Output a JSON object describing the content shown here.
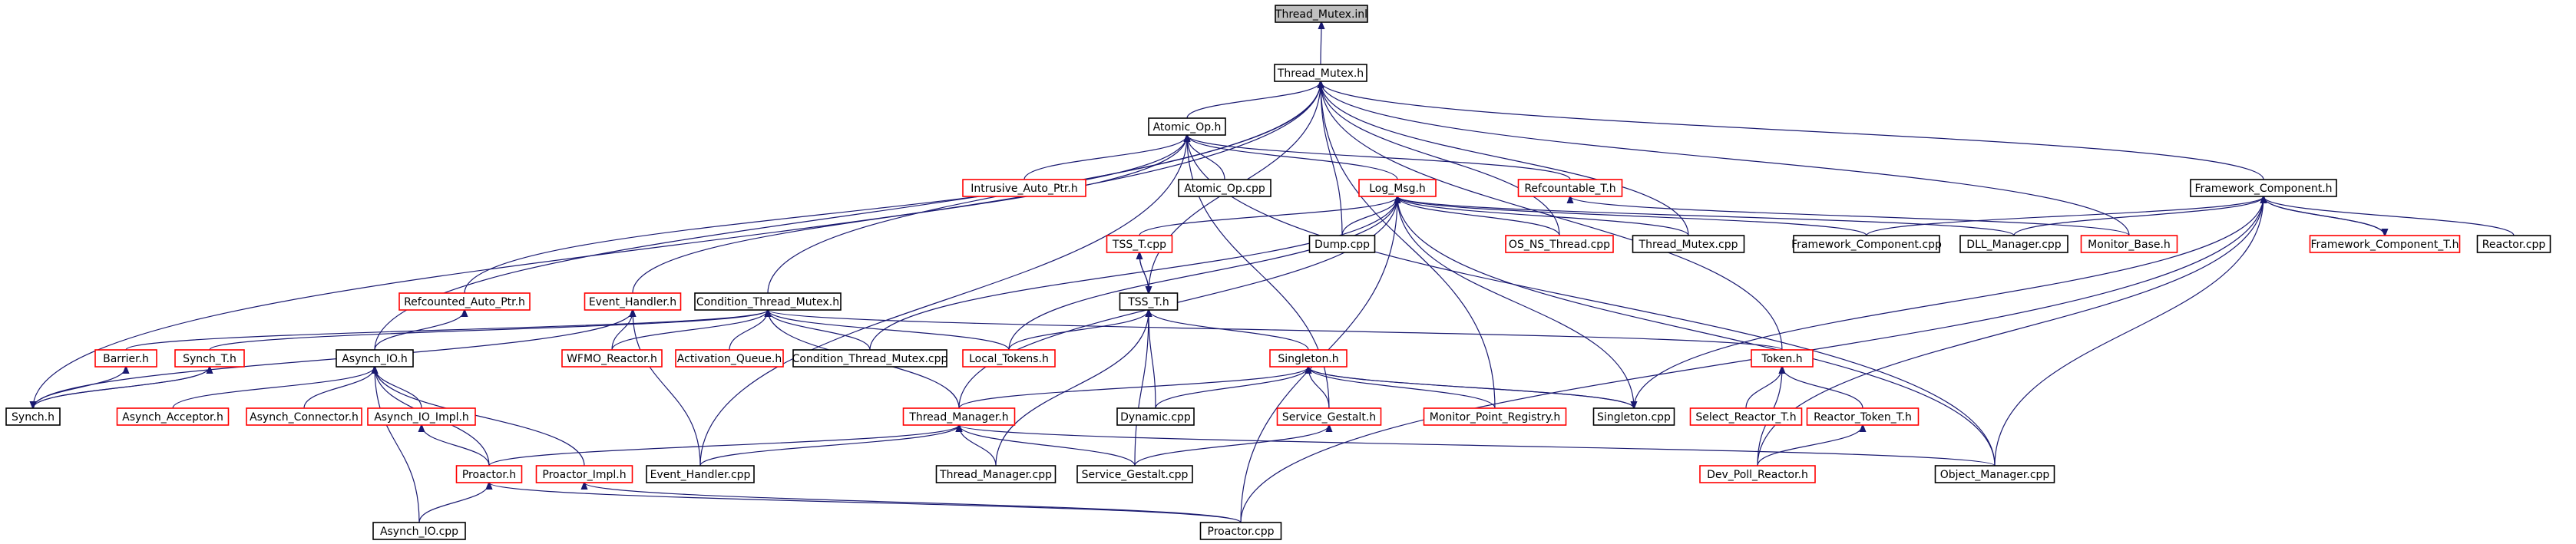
{
  "diagram": {
    "type": "include-dependency-graph",
    "edge_color": "#191970",
    "node_border_colors": {
      "documented": "#000000",
      "undocumented": "#ff0000",
      "root_fill": "#bfbfbf"
    },
    "nodes": [
      {
        "id": "thread_mutex_inl",
        "label": "Thread_Mutex.inl",
        "style": "root"
      },
      {
        "id": "thread_mutex_h",
        "label": "Thread_Mutex.h",
        "style": "black"
      },
      {
        "id": "atomic_op_h",
        "label": "Atomic_Op.h",
        "style": "black"
      },
      {
        "id": "framework_component_h",
        "label": "Framework_Component.h",
        "style": "black"
      },
      {
        "id": "intrusive_auto_ptr_h",
        "label": "Intrusive_Auto_Ptr.h",
        "style": "red"
      },
      {
        "id": "atomic_op_cpp",
        "label": "Atomic_Op.cpp",
        "style": "black"
      },
      {
        "id": "log_msg_h",
        "label": "Log_Msg.h",
        "style": "red"
      },
      {
        "id": "refcountable_t_h",
        "label": "Refcountable_T.h",
        "style": "red"
      },
      {
        "id": "tss_t_cpp",
        "label": "TSS_T.cpp",
        "style": "red"
      },
      {
        "id": "dump_cpp",
        "label": "Dump.cpp",
        "style": "black"
      },
      {
        "id": "os_ns_thread_cpp",
        "label": "OS_NS_Thread.cpp",
        "style": "red"
      },
      {
        "id": "thread_mutex_cpp",
        "label": "Thread_Mutex.cpp",
        "style": "black"
      },
      {
        "id": "framework_component_cpp",
        "label": "Framework_Component.cpp",
        "style": "black"
      },
      {
        "id": "dll_manager_cpp",
        "label": "DLL_Manager.cpp",
        "style": "black"
      },
      {
        "id": "monitor_base_h",
        "label": "Monitor_Base.h",
        "style": "red"
      },
      {
        "id": "framework_component_t_h",
        "label": "Framework_Component_T.h",
        "style": "red"
      },
      {
        "id": "reactor_cpp",
        "label": "Reactor.cpp",
        "style": "black"
      },
      {
        "id": "refcounted_auto_ptr_h",
        "label": "Refcounted_Auto_Ptr.h",
        "style": "red"
      },
      {
        "id": "event_handler_h",
        "label": "Event_Handler.h",
        "style": "red"
      },
      {
        "id": "condition_thread_mutex_h",
        "label": "Condition_Thread_Mutex.h",
        "style": "black"
      },
      {
        "id": "tss_t_h",
        "label": "TSS_T.h",
        "style": "black"
      },
      {
        "id": "barrier_h",
        "label": "Barrier.h",
        "style": "red"
      },
      {
        "id": "synch_t_h",
        "label": "Synch_T.h",
        "style": "red"
      },
      {
        "id": "asynch_io_h",
        "label": "Asynch_IO.h",
        "style": "black"
      },
      {
        "id": "wfmo_reactor_h",
        "label": "WFMO_Reactor.h",
        "style": "red"
      },
      {
        "id": "activation_queue_h",
        "label": "Activation_Queue.h",
        "style": "red"
      },
      {
        "id": "condition_thread_mutex_cpp",
        "label": "Condition_Thread_Mutex.cpp",
        "style": "black"
      },
      {
        "id": "local_tokens_h",
        "label": "Local_Tokens.h",
        "style": "red"
      },
      {
        "id": "token_h",
        "label": "Token.h",
        "style": "red"
      },
      {
        "id": "singleton_h",
        "label": "Singleton.h",
        "style": "red"
      },
      {
        "id": "synch_h",
        "label": "Synch.h",
        "style": "black"
      },
      {
        "id": "asynch_acceptor_h",
        "label": "Asynch_Acceptor.h",
        "style": "red"
      },
      {
        "id": "asynch_connector_h",
        "label": "Asynch_Connector.h",
        "style": "red"
      },
      {
        "id": "asynch_io_impl_h",
        "label": "Asynch_IO_Impl.h",
        "style": "red"
      },
      {
        "id": "thread_manager_h",
        "label": "Thread_Manager.h",
        "style": "red"
      },
      {
        "id": "dynamic_cpp",
        "label": "Dynamic.cpp",
        "style": "black"
      },
      {
        "id": "service_gestalt_h",
        "label": "Service_Gestalt.h",
        "style": "red"
      },
      {
        "id": "monitor_point_registry_h",
        "label": "Monitor_Point_Registry.h",
        "style": "red"
      },
      {
        "id": "singleton_cpp",
        "label": "Singleton.cpp",
        "style": "black"
      },
      {
        "id": "select_reactor_t_h",
        "label": "Select_Reactor_T.h",
        "style": "red"
      },
      {
        "id": "reactor_token_t_h",
        "label": "Reactor_Token_T.h",
        "style": "red"
      },
      {
        "id": "proactor_h",
        "label": "Proactor.h",
        "style": "red"
      },
      {
        "id": "proactor_impl_h",
        "label": "Proactor_Impl.h",
        "style": "red"
      },
      {
        "id": "event_handler_cpp",
        "label": "Event_Handler.cpp",
        "style": "black"
      },
      {
        "id": "thread_manager_cpp",
        "label": "Thread_Manager.cpp",
        "style": "black"
      },
      {
        "id": "service_gestalt_cpp",
        "label": "Service_Gestalt.cpp",
        "style": "black"
      },
      {
        "id": "dev_poll_reactor_h",
        "label": "Dev_Poll_Reactor.h",
        "style": "red"
      },
      {
        "id": "object_manager_cpp",
        "label": "Object_Manager.cpp",
        "style": "black"
      },
      {
        "id": "asynch_io_cpp",
        "label": "Asynch_IO.cpp",
        "style": "black"
      },
      {
        "id": "proactor_cpp",
        "label": "Proactor.cpp",
        "style": "black"
      }
    ],
    "edges": [
      [
        "thread_mutex_h",
        "thread_mutex_inl"
      ],
      [
        "atomic_op_h",
        "thread_mutex_h"
      ],
      [
        "framework_component_h",
        "thread_mutex_h"
      ],
      [
        "dump_cpp",
        "thread_mutex_h"
      ],
      [
        "os_ns_thread_cpp",
        "thread_mutex_h"
      ],
      [
        "thread_mutex_cpp",
        "thread_mutex_h"
      ],
      [
        "monitor_base_h",
        "thread_mutex_h"
      ],
      [
        "condition_thread_mutex_h",
        "thread_mutex_h"
      ],
      [
        "tss_t_h",
        "thread_mutex_h"
      ],
      [
        "asynch_io_h",
        "thread_mutex_h"
      ],
      [
        "synch_h",
        "thread_mutex_h"
      ],
      [
        "token_h",
        "thread_mutex_h"
      ],
      [
        "monitor_point_registry_h",
        "thread_mutex_h"
      ],
      [
        "intrusive_auto_ptr_h",
        "atomic_op_h"
      ],
      [
        "atomic_op_cpp",
        "atomic_op_h"
      ],
      [
        "log_msg_h",
        "atomic_op_h"
      ],
      [
        "refcountable_t_h",
        "atomic_op_h"
      ],
      [
        "refcounted_auto_ptr_h",
        "atomic_op_h"
      ],
      [
        "event_handler_h",
        "atomic_op_h"
      ],
      [
        "service_gestalt_h",
        "atomic_op_h"
      ],
      [
        "event_handler_cpp",
        "atomic_op_h"
      ],
      [
        "object_manager_cpp",
        "atomic_op_h"
      ],
      [
        "framework_component_cpp",
        "framework_component_h"
      ],
      [
        "dll_manager_cpp",
        "framework_component_h"
      ],
      [
        "framework_component_t_h",
        "framework_component_h"
      ],
      [
        "reactor_cpp",
        "framework_component_h"
      ],
      [
        "singleton_cpp",
        "framework_component_h"
      ],
      [
        "object_manager_cpp",
        "framework_component_h"
      ],
      [
        "proactor_cpp",
        "framework_component_h"
      ],
      [
        "framework_component_h",
        "framework_component_t_h"
      ],
      [
        "tss_t_cpp",
        "log_msg_h"
      ],
      [
        "dump_cpp",
        "log_msg_h"
      ],
      [
        "os_ns_thread_cpp",
        "log_msg_h"
      ],
      [
        "thread_mutex_cpp",
        "log_msg_h"
      ],
      [
        "framework_component_cpp",
        "log_msg_h"
      ],
      [
        "dll_manager_cpp",
        "log_msg_h"
      ],
      [
        "condition_thread_mutex_cpp",
        "log_msg_h"
      ],
      [
        "local_tokens_h",
        "log_msg_h"
      ],
      [
        "thread_manager_h",
        "log_msg_h"
      ],
      [
        "singleton_cpp",
        "log_msg_h"
      ],
      [
        "object_manager_cpp",
        "log_msg_h"
      ],
      [
        "proactor_cpp",
        "log_msg_h"
      ],
      [
        "monitor_base_h",
        "refcountable_t_h"
      ],
      [
        "tss_t_h",
        "tss_t_cpp"
      ],
      [
        "tss_t_cpp",
        "tss_t_h"
      ],
      [
        "local_tokens_h",
        "tss_t_h"
      ],
      [
        "singleton_h",
        "tss_t_h"
      ],
      [
        "dynamic_cpp",
        "tss_t_h"
      ],
      [
        "thread_manager_cpp",
        "tss_t_h"
      ],
      [
        "service_gestalt_cpp",
        "tss_t_h"
      ],
      [
        "asynch_io_h",
        "refcounted_auto_ptr_h"
      ],
      [
        "wfmo_reactor_h",
        "event_handler_h"
      ],
      [
        "event_handler_cpp",
        "event_handler_h"
      ],
      [
        "synch_h",
        "event_handler_h"
      ],
      [
        "wfmo_reactor_h",
        "condition_thread_mutex_h"
      ],
      [
        "activation_queue_h",
        "condition_thread_mutex_h"
      ],
      [
        "condition_thread_mutex_cpp",
        "condition_thread_mutex_h"
      ],
      [
        "local_tokens_h",
        "condition_thread_mutex_h"
      ],
      [
        "thread_manager_h",
        "condition_thread_mutex_h"
      ],
      [
        "token_h",
        "condition_thread_mutex_h"
      ],
      [
        "barrier_h",
        "condition_thread_mutex_h"
      ],
      [
        "synch_t_h",
        "condition_thread_mutex_h"
      ],
      [
        "synch_h",
        "barrier_h"
      ],
      [
        "synch_h",
        "synch_t_h"
      ],
      [
        "synch_t_h",
        "synch_h"
      ],
      [
        "asynch_acceptor_h",
        "asynch_io_h"
      ],
      [
        "asynch_connector_h",
        "asynch_io_h"
      ],
      [
        "asynch_io_impl_h",
        "asynch_io_h"
      ],
      [
        "proactor_h",
        "asynch_io_h"
      ],
      [
        "proactor_impl_h",
        "asynch_io_h"
      ],
      [
        "asynch_io_cpp",
        "asynch_io_h"
      ],
      [
        "proactor_h",
        "asynch_io_impl_h"
      ],
      [
        "asynch_io_cpp",
        "proactor_h"
      ],
      [
        "proactor_cpp",
        "proactor_h"
      ],
      [
        "proactor_cpp",
        "proactor_impl_h"
      ],
      [
        "thread_manager_h",
        "singleton_h"
      ],
      [
        "dynamic_cpp",
        "singleton_h"
      ],
      [
        "service_gestalt_h",
        "singleton_h"
      ],
      [
        "monitor_point_registry_h",
        "singleton_h"
      ],
      [
        "singleton_cpp",
        "singleton_h"
      ],
      [
        "singleton_h",
        "singleton_cpp"
      ],
      [
        "proactor_h",
        "thread_manager_h"
      ],
      [
        "event_handler_cpp",
        "thread_manager_h"
      ],
      [
        "thread_manager_cpp",
        "thread_manager_h"
      ],
      [
        "service_gestalt_cpp",
        "thread_manager_h"
      ],
      [
        "object_manager_cpp",
        "thread_manager_h"
      ],
      [
        "service_gestalt_cpp",
        "service_gestalt_h"
      ],
      [
        "select_reactor_t_h",
        "token_h"
      ],
      [
        "reactor_token_t_h",
        "token_h"
      ],
      [
        "dev_poll_reactor_h",
        "token_h"
      ],
      [
        "dev_poll_reactor_h",
        "reactor_token_t_h"
      ],
      [
        "dev_poll_reactor_h",
        "framework_component_h"
      ]
    ]
  }
}
